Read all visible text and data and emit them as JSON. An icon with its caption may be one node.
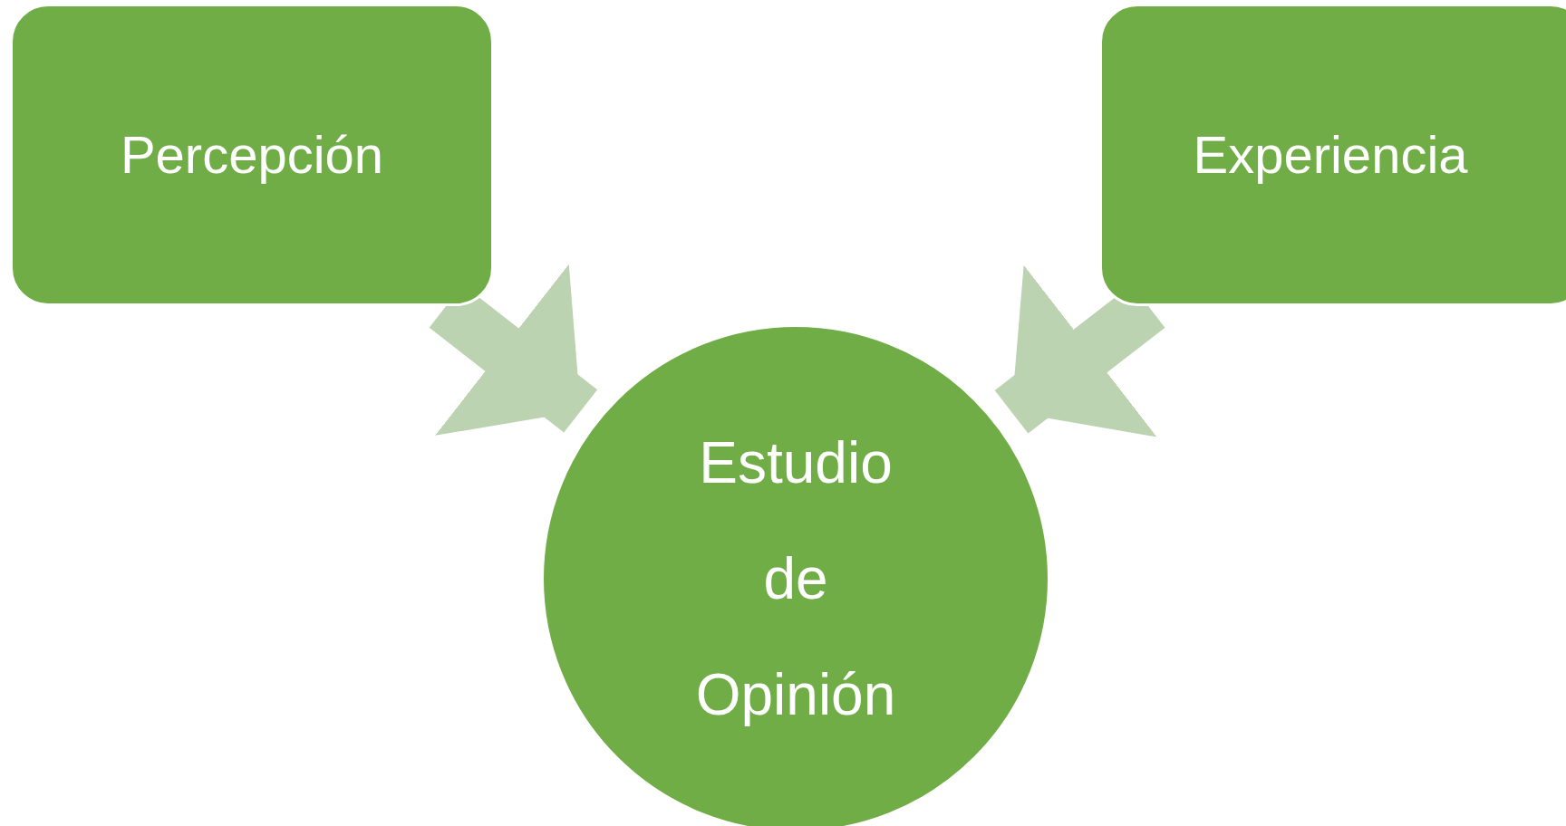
{
  "diagram": {
    "nodes": [
      {
        "text": [
          "Percepción"
        ]
      },
      {
        "text": [
          "Experiencia"
        ]
      },
      {
        "text": [
          "Estudio de Opinión"
        ]
      }
    ],
    "edges": [
      {
        "from": 0,
        "to": 2,
        "arrow": "to"
      },
      {
        "from": 1,
        "to": 2,
        "arrow": "to"
      }
    ]
  }
}
